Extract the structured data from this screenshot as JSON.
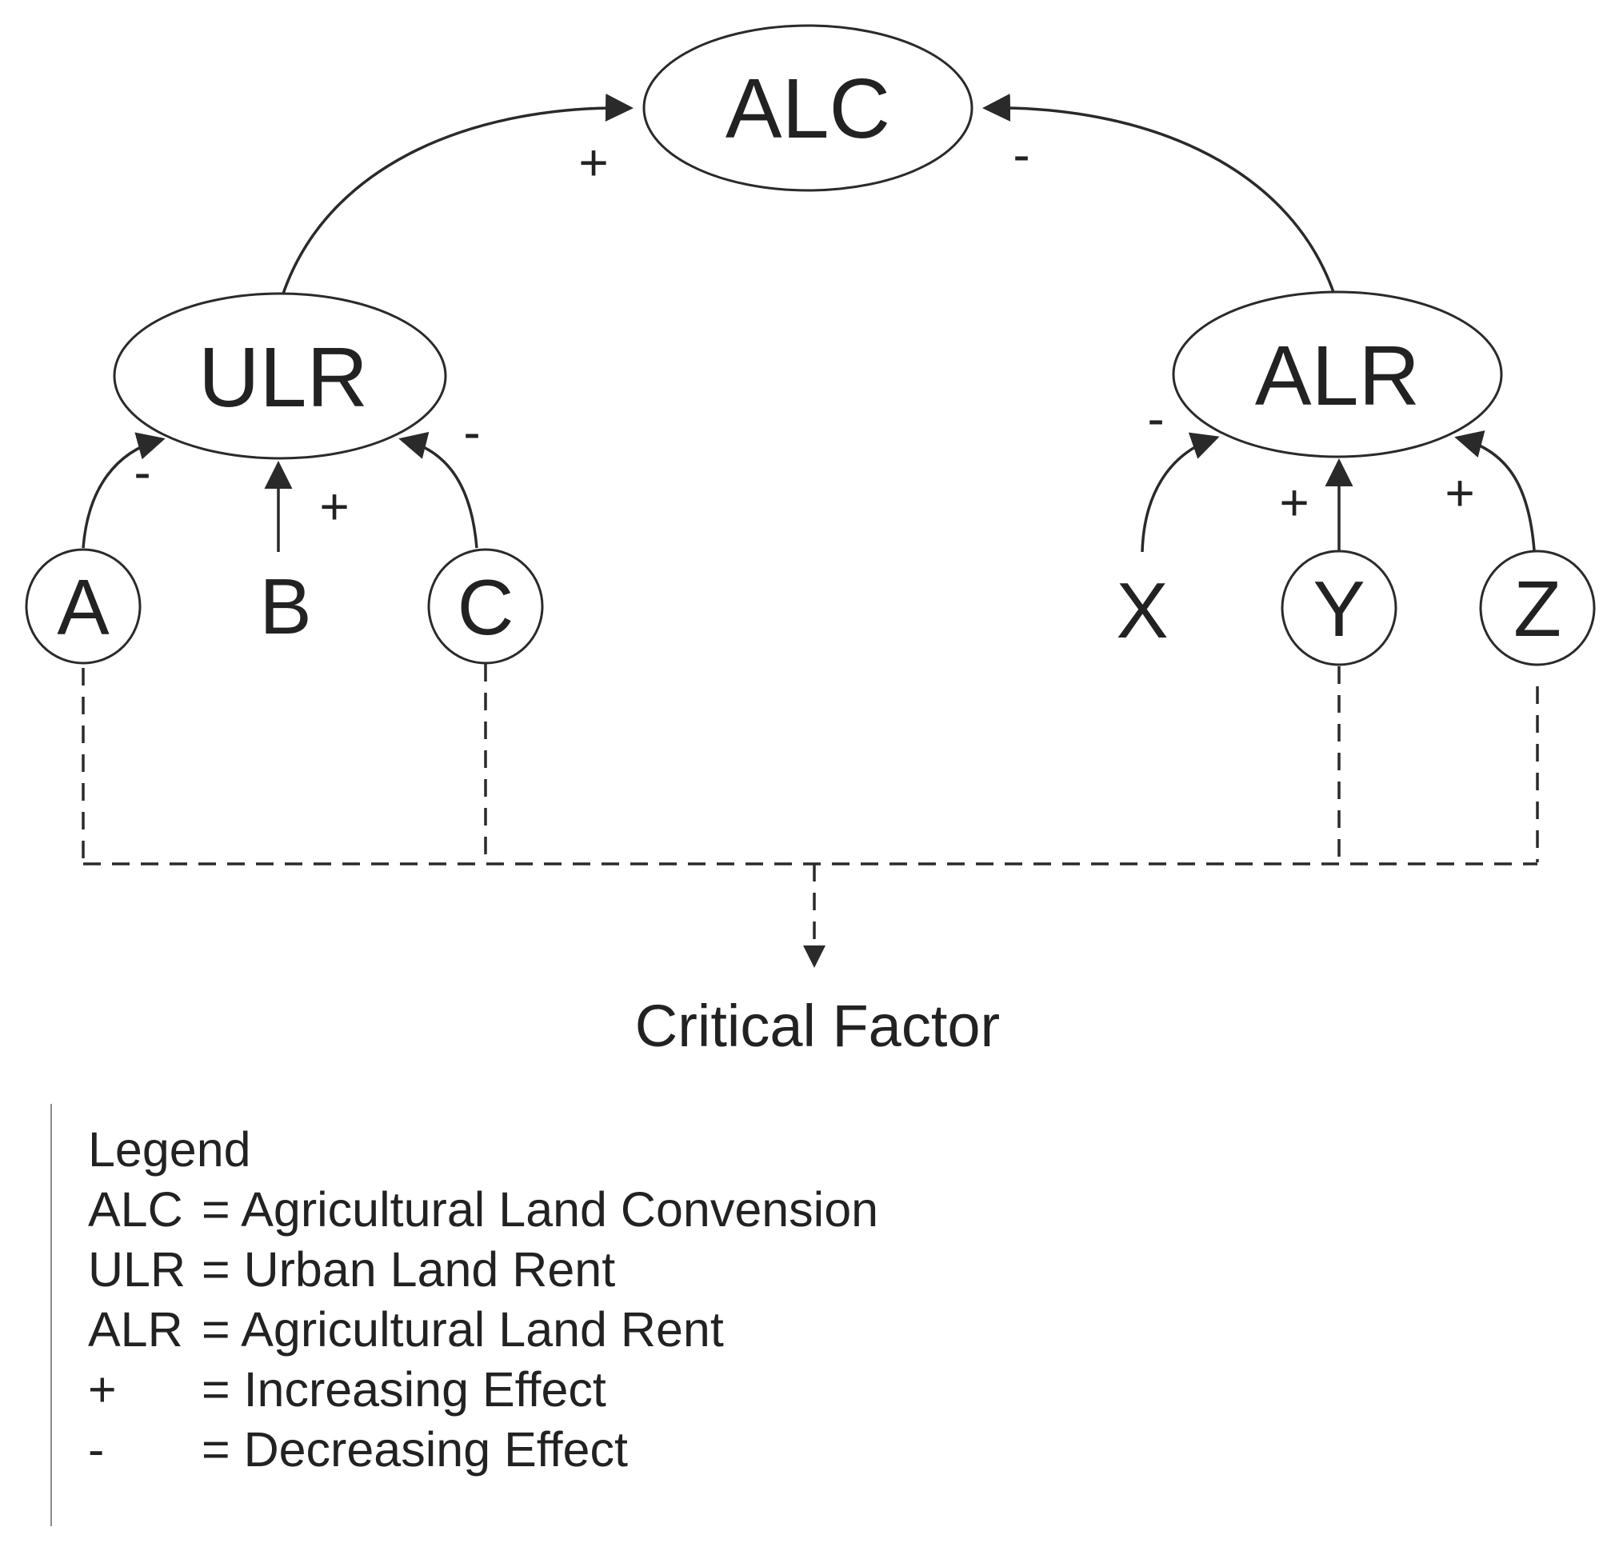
{
  "nodes": {
    "alc": "ALC",
    "ulr": "ULR",
    "alr": "ALR",
    "a": "A",
    "b": "B",
    "c": "C",
    "x": "X",
    "y": "Y",
    "z": "Z"
  },
  "signs": {
    "ulr_to_alc": "+",
    "alr_to_alc": "-",
    "a_to_ulr": "-",
    "b_to_ulr": "+",
    "c_to_ulr": "-",
    "x_to_alr": "-",
    "y_to_alr": "+",
    "z_to_alr": "+"
  },
  "critical_factor": "Critical Factor",
  "legend": {
    "title": "Legend",
    "items": [
      {
        "abbr": "ALC",
        "desc": "= Agricultural Land Convension"
      },
      {
        "abbr": "ULR",
        "desc": "= Urban Land Rent"
      },
      {
        "abbr": "ALR",
        "desc": "= Agricultural Land Rent"
      },
      {
        "abbr": "+",
        "desc": "= Increasing Effect"
      },
      {
        "abbr": "-",
        "desc": "= Decreasing Effect"
      }
    ]
  },
  "colors": {
    "stroke": "#2a2a2a",
    "text": "#222222",
    "background": "#ffffff"
  }
}
